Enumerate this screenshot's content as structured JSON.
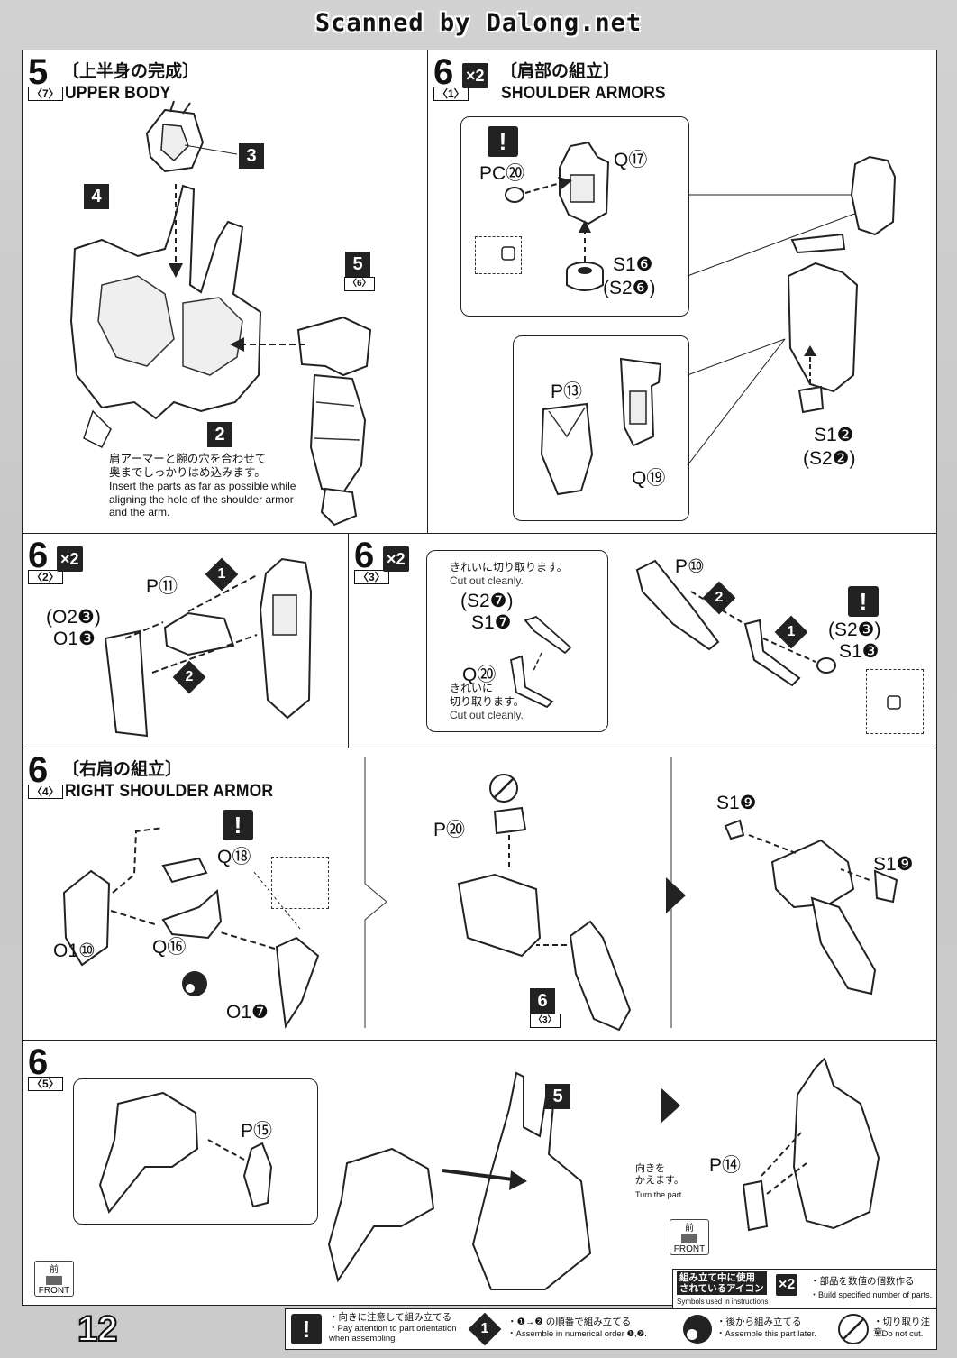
{
  "watermark": "Scanned by Dalong.net",
  "page_number": "12",
  "steps": {
    "s5_7": {
      "no": "5",
      "sub": "〈7〉",
      "jp": "〔上半身の完成〕",
      "en": "UPPER BODY",
      "labels": [
        "3",
        "4",
        "5",
        "〈6〉",
        "2"
      ],
      "note_jp": "肩アーマーと腕の穴を合わせて\n奥までしっかりはめ込みます。",
      "note_en": "Insert the parts as far as possible while\naligning the hole of the shoulder armor\nand the arm."
    },
    "s6_1": {
      "no": "6",
      "sub": "〈1〉",
      "multi": "×2",
      "jp": "〔肩部の組立〕",
      "en": "SHOULDER ARMORS",
      "pc20": "PC⑳",
      "q17": "Q⑰",
      "s16": "S1❻",
      "s26": "(S2❻)",
      "p13": "P⑬",
      "q19": "Q⑲",
      "s12": "S1❷",
      "s22": "(S2❷)"
    },
    "s6_2": {
      "no": "6",
      "sub": "〈2〉",
      "multi": "×2",
      "p11": "P⑪",
      "o23": "(O2❸)",
      "o13": "O1❸",
      "n1": "1",
      "n2": "2"
    },
    "s6_3": {
      "no": "6",
      "sub": "〈3〉",
      "multi": "×2",
      "cut1_jp": "きれいに切り取ります。",
      "cut1_en": "Cut out cleanly.",
      "s27": "(S2❼)",
      "s17": "S1❼",
      "q20": "Q⑳",
      "cut2_jp": "きれいに\n切り取ります。",
      "cut2_en": "Cut out cleanly.",
      "p10": "P⑩",
      "s23": "(S2❸)",
      "s13": "S1❸",
      "n1": "1",
      "n2": "2"
    },
    "s6_4": {
      "no": "6",
      "sub": "〈4〉",
      "jp": "〔右肩の組立〕",
      "en": "RIGHT SHOULDER ARMOR",
      "q18": "Q⑱",
      "o110": "O1⑩",
      "q16": "Q⑯",
      "o17": "O1❼",
      "p20": "P⑳",
      "ref6": "6",
      "ref3": "〈3〉",
      "s19a": "S1❾",
      "s19b": "S1❾"
    },
    "s6_5": {
      "no": "6",
      "sub": "〈5〉",
      "p15": "P⑮",
      "ref5": "5",
      "turn_jp": "向きを\nかえます。",
      "turn_en": "Turn the part.",
      "p14": "P⑭",
      "front_jp": "前",
      "front_en": "FRONT"
    }
  },
  "legend": {
    "title_jp": "組み立て中に使用\nされているアイコン",
    "title_en": "Symbols used in instructions",
    "x2": "×2",
    "x2_jp": "・部品を数値の個数作る",
    "x2_en": "・Build specified number of parts.",
    "warn_jp": "・向きに注意して組み立てる",
    "warn_en": "・Pay attention to part orientation\n when assembling.",
    "order_jp": "・❶→❷ の順番で組み立てる",
    "order_en": "・Assemble in numerical order ❶,❷.",
    "later_jp": "・後から組み立てる",
    "later_en": "・Assemble this part later.",
    "nocut_jp": "・切り取り注意",
    "nocut_en": "・Do not cut."
  }
}
